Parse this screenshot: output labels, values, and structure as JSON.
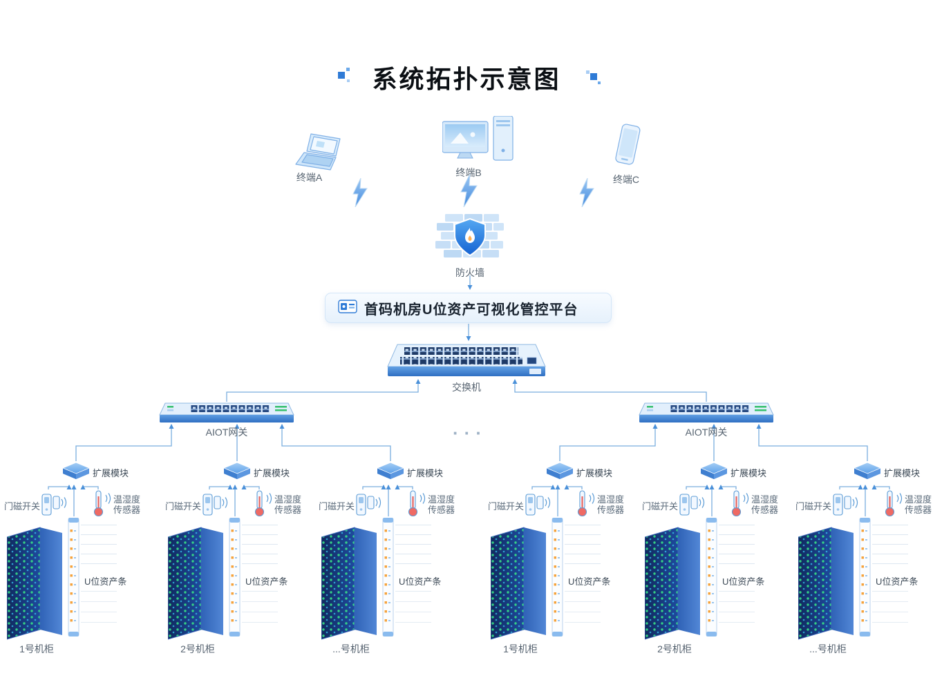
{
  "title": "系统拓扑示意图",
  "terminals": [
    {
      "label": "终端A"
    },
    {
      "label": "终端B"
    },
    {
      "label": "终端C"
    }
  ],
  "firewall": {
    "label": "防火墙"
  },
  "platform": {
    "label": "首码机房U位资产可视化管控平台"
  },
  "switch": {
    "label": "交换机"
  },
  "gateways": [
    {
      "label": "AIOT网关"
    },
    {
      "label": "AIOT网关"
    }
  ],
  "ellipsis": "···",
  "cluster_labels": {
    "expansion": "扩展模块",
    "door_switch": "门磁开关",
    "temp_line1": "温湿度",
    "temp_line2": "传感器",
    "u_strip": "U位资产条"
  },
  "clusters": [
    {
      "cabinet": "1号机柜"
    },
    {
      "cabinet": "2号机柜"
    },
    {
      "cabinet": "...号机柜"
    },
    {
      "cabinet": "1号机柜"
    },
    {
      "cabinet": "2号机柜"
    },
    {
      "cabinet": "...号机柜"
    }
  ],
  "colors": {
    "accent": "#2F7BD6",
    "line": "#79AEDE",
    "led_green": "#37E287",
    "rack_navy": "#16306B"
  }
}
